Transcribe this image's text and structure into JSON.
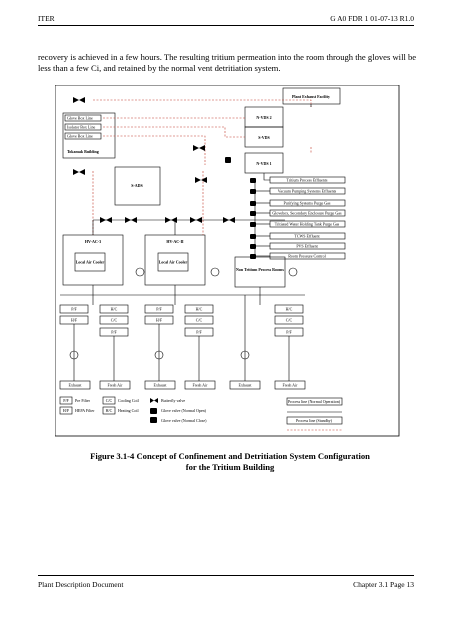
{
  "header": {
    "left": "ITER",
    "right": "G A0 FDR 1 01-07-13 R1.0"
  },
  "paragraph": "recovery is achieved in a few hours. The resulting tritium permeation into the room through the gloves will be less than a few Ci, and retained by the normal vent detritiation system.",
  "diagram": {
    "plant_exhaust": "Plant Exhaust Facility",
    "gloveboxes": [
      "Glove Box Line",
      "Isolator Box Line",
      "Glove Box Line"
    ],
    "tokamak_building": "Tokamak Building",
    "nvds2": "N-VDS 2",
    "svds": "S-VDS",
    "nvds1": "N-VDS 1",
    "sads": "S-ADS",
    "hvac_left": "HV-AC-3",
    "hvac_right": "HV-AC-II",
    "cooler_left": "Local Air Cooler",
    "cooler_right": "Local Air Cooler",
    "effluents": [
      "Tritium Process Effluents",
      "Vacuum Pumping Systems Effluents",
      "Purifying Systems Purge Gas",
      "Glovebox, Secondary Enclosure Purge Gas",
      "Tritiated Water Holding Tank Purge Gas",
      "TCWS Effluent",
      "PVS Effluent",
      "Room Pressure Control"
    ],
    "non_tritium": "Non Tritium Process Rooms",
    "unit_rows": {
      "a": [
        "P/F",
        "H/C",
        "P/F",
        "H/C",
        "H/C"
      ],
      "b": [
        "H/F",
        "C/C",
        "H/F",
        "C/C",
        "C/C"
      ],
      "c": [
        "P/F",
        "P/F",
        "P/F"
      ]
    },
    "bottom_labels": [
      "Exhaust",
      "Fresh Air",
      "Exhaust",
      "Fresh Air",
      "Exhaust",
      "Fresh Air"
    ],
    "legend": {
      "pf_code": "P/F",
      "pf_text": "Pre Filter",
      "hf_code": "H/F",
      "hf_text": "HEPA Filter",
      "cc_code": "C/C",
      "cc_text": "Cooling Coil",
      "hc_code": "H/C",
      "hc_text": "Heating Coil",
      "butterfly": "Butterfly valve",
      "glove_open": "Glove valve (Normal Open)",
      "glove_close": "Glove valve (Normal Close)",
      "line_normal": "Process line (Normal Operation)",
      "line_standby": "Process line (Standby)"
    }
  },
  "caption": {
    "line1": "Figure 3.1-4    Concept of Confinement and Detritiation System Configuration",
    "line2": "for the Tritium Building"
  },
  "footer": {
    "left": "Plant Description Document",
    "right": "Chapter 3.1 Page 13"
  }
}
